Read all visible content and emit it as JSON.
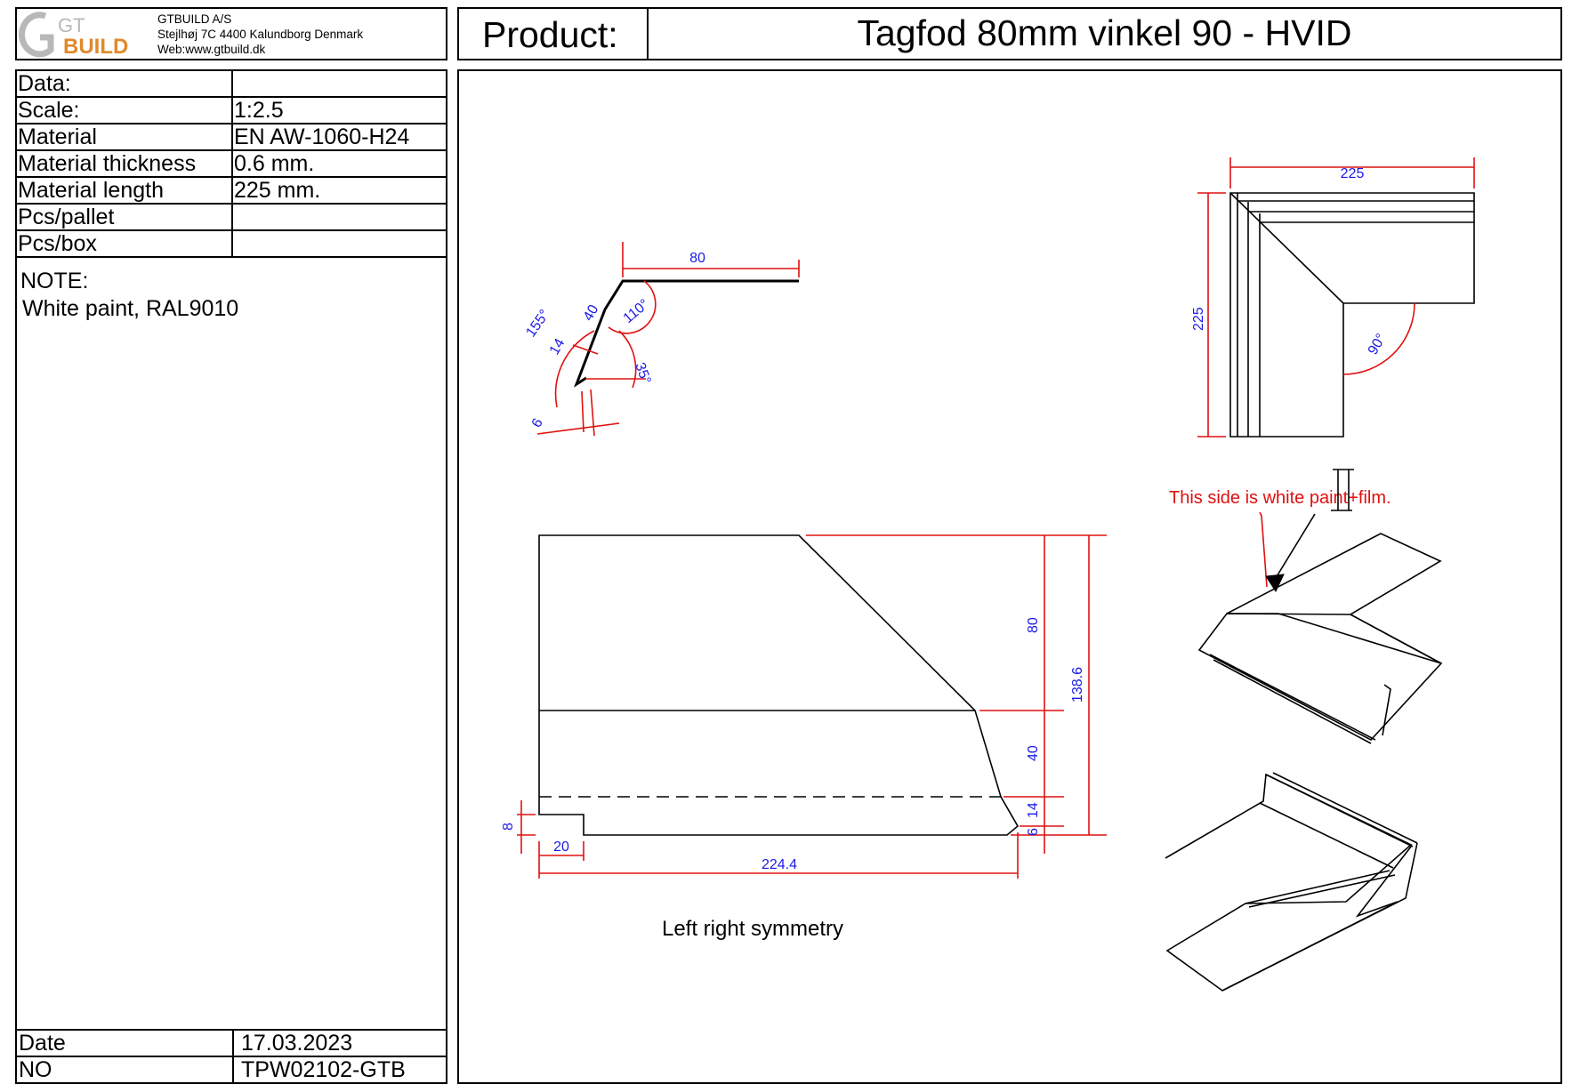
{
  "company": {
    "logo_text_top": "GT",
    "logo_text_bottom": "BUILD",
    "name": "GTBUILD A/S",
    "address": "Stejlhøj 7C 4400 Kalundborg Denmark",
    "web": "Web:www.gtbuild.dk"
  },
  "product": {
    "label": "Product:",
    "title": "Tagfod 80mm vinkel 90 -  HVID"
  },
  "specs": [
    {
      "key": "Data:",
      "value": ""
    },
    {
      "key": "Scale:",
      "value": "1:2.5"
    },
    {
      "key": "Material",
      "value": "EN AW-1060-H24"
    },
    {
      "key": "Material thickness",
      "value": "0.6 mm."
    },
    {
      "key": "Material length",
      "value": "225 mm."
    },
    {
      "key": "Pcs/pallet",
      "value": ""
    },
    {
      "key": "Pcs/box",
      "value": ""
    }
  ],
  "note": {
    "label": "NOTE:",
    "text": "White paint, RAL9010"
  },
  "footer": {
    "date_label": "Date",
    "date_value": "17.03.2023",
    "no_label": "NO",
    "no_value": "TPW02102-GTB"
  },
  "drawing": {
    "profile_dims": {
      "d80": "80",
      "d40": "40",
      "d14": "14",
      "d6": "6",
      "a155": "155°",
      "a110": "110°",
      "a35": "35°"
    },
    "top_view_dims": {
      "w225": "225",
      "h225": "225",
      "a90": "90°"
    },
    "flat_dims": {
      "d80": "80",
      "d40": "40",
      "d14": "14",
      "d6": "6",
      "d8": "8",
      "d20": "20",
      "total_height": "138.6",
      "total_width": "224.4"
    },
    "paint_note": "This side is white paint+film.",
    "symmetry_note": "Left right symmetry",
    "colors": {
      "dimension_text": "#1a1ae6",
      "dimension_line": "#e01010",
      "paint_note": "#e01010"
    }
  }
}
